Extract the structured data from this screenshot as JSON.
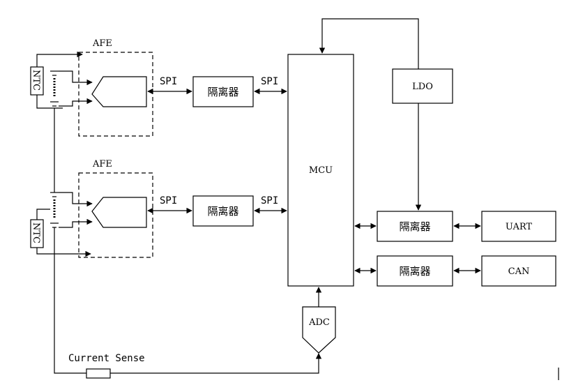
{
  "afe_top": {
    "label": "AFE"
  },
  "afe_bottom": {
    "label": "AFE"
  },
  "spi_top_left": "SPI",
  "spi_top_right": "SPI",
  "spi_bottom_left": "SPI",
  "spi_bottom_right": "SPI",
  "isolator_top": "隔离器",
  "isolator_bottom": "隔离器",
  "isolator_uart": "隔离器",
  "isolator_can": "隔离器",
  "mcu": "MCU",
  "ldo": "LDO",
  "uart": "UART",
  "can": "CAN",
  "adc": "ADC",
  "ntc_top": "NTC",
  "ntc_bottom": "NTC",
  "current_sense": "Current Sense"
}
